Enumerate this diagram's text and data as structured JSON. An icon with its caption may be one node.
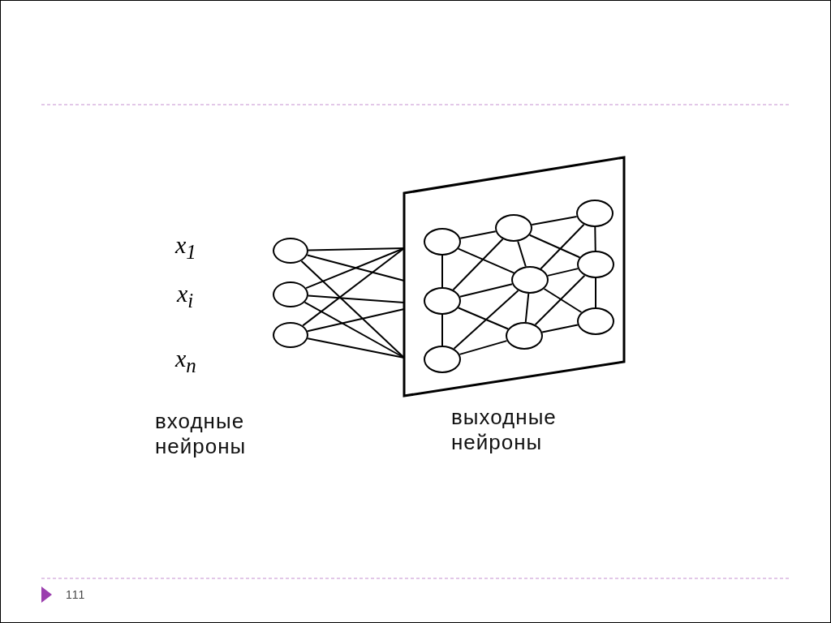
{
  "diagram": {
    "nodes": [
      {
        "text": [],
        "shape": "circle",
        "beside": [
          "x$_{1}$"
        ]
      },
      {
        "text": [],
        "shape": "circle",
        "beside": [
          "x$_{i}$"
        ]
      },
      {
        "text": [],
        "shape": "circle",
        "beside": [
          "x$_{n}$"
        ]
      },
      {
        "text": [],
        "shape": "parallelogram"
      },
      {
        "text": [],
        "shape": "circle",
        "in": 3
      },
      {
        "text": [],
        "shape": "circle",
        "in": 3
      },
      {
        "text": [],
        "shape": "circle",
        "in": 3
      },
      {
        "text": [],
        "shape": "circle",
        "in": 3
      },
      {
        "text": [],
        "shape": "circle",
        "in": 3
      },
      {
        "text": [],
        "shape": "circle",
        "in": 3
      },
      {
        "text": [],
        "shape": "circle",
        "in": 3
      },
      {
        "text": [],
        "shape": "circle",
        "in": 3
      },
      {
        "text": [],
        "shape": "circle",
        "in": 3
      }
    ],
    "edges": [
      {
        "from": 0,
        "to": 3,
        "arrow": "none"
      },
      {
        "from": 0,
        "to": 3,
        "arrow": "none"
      },
      {
        "from": 0,
        "to": 3,
        "arrow": "none"
      },
      {
        "from": 1,
        "to": 3,
        "arrow": "none"
      },
      {
        "from": 1,
        "to": 3,
        "arrow": "none"
      },
      {
        "from": 1,
        "to": 3,
        "arrow": "none"
      },
      {
        "from": 2,
        "to": 3,
        "arrow": "none"
      },
      {
        "from": 2,
        "to": 3,
        "arrow": "none"
      },
      {
        "from": 2,
        "to": 3,
        "arrow": "none"
      },
      {
        "from": 4,
        "to": 7,
        "arrow": "none"
      },
      {
        "from": 4,
        "to": 5,
        "arrow": "none"
      },
      {
        "from": 5,
        "to": 6,
        "arrow": "none"
      },
      {
        "from": 7,
        "to": 8,
        "arrow": "none"
      },
      {
        "from": 8,
        "to": 9,
        "arrow": "none"
      },
      {
        "from": 10,
        "to": 11,
        "arrow": "none"
      },
      {
        "from": 11,
        "to": 12,
        "arrow": "none"
      },
      {
        "from": 6,
        "to": 9,
        "arrow": "none"
      },
      {
        "from": 9,
        "to": 12,
        "arrow": "none"
      },
      {
        "from": 7,
        "to": 10,
        "arrow": "none"
      },
      {
        "from": 4,
        "to": 8,
        "arrow": "none"
      },
      {
        "from": 5,
        "to": 7,
        "arrow": "none"
      },
      {
        "from": 5,
        "to": 8,
        "arrow": "none"
      },
      {
        "from": 5,
        "to": 9,
        "arrow": "none"
      },
      {
        "from": 6,
        "to": 8,
        "arrow": "none"
      },
      {
        "from": 7,
        "to": 11,
        "arrow": "none"
      },
      {
        "from": 10,
        "to": 8,
        "arrow": "none"
      },
      {
        "from": 8,
        "to": 11,
        "arrow": "none"
      },
      {
        "from": 8,
        "to": 12,
        "arrow": "none"
      },
      {
        "from": 9,
        "to": 11,
        "arrow": "none"
      }
    ],
    "labels": [
      "входные нейроны",
      "выходные нейроны",
      "111"
    ]
  }
}
